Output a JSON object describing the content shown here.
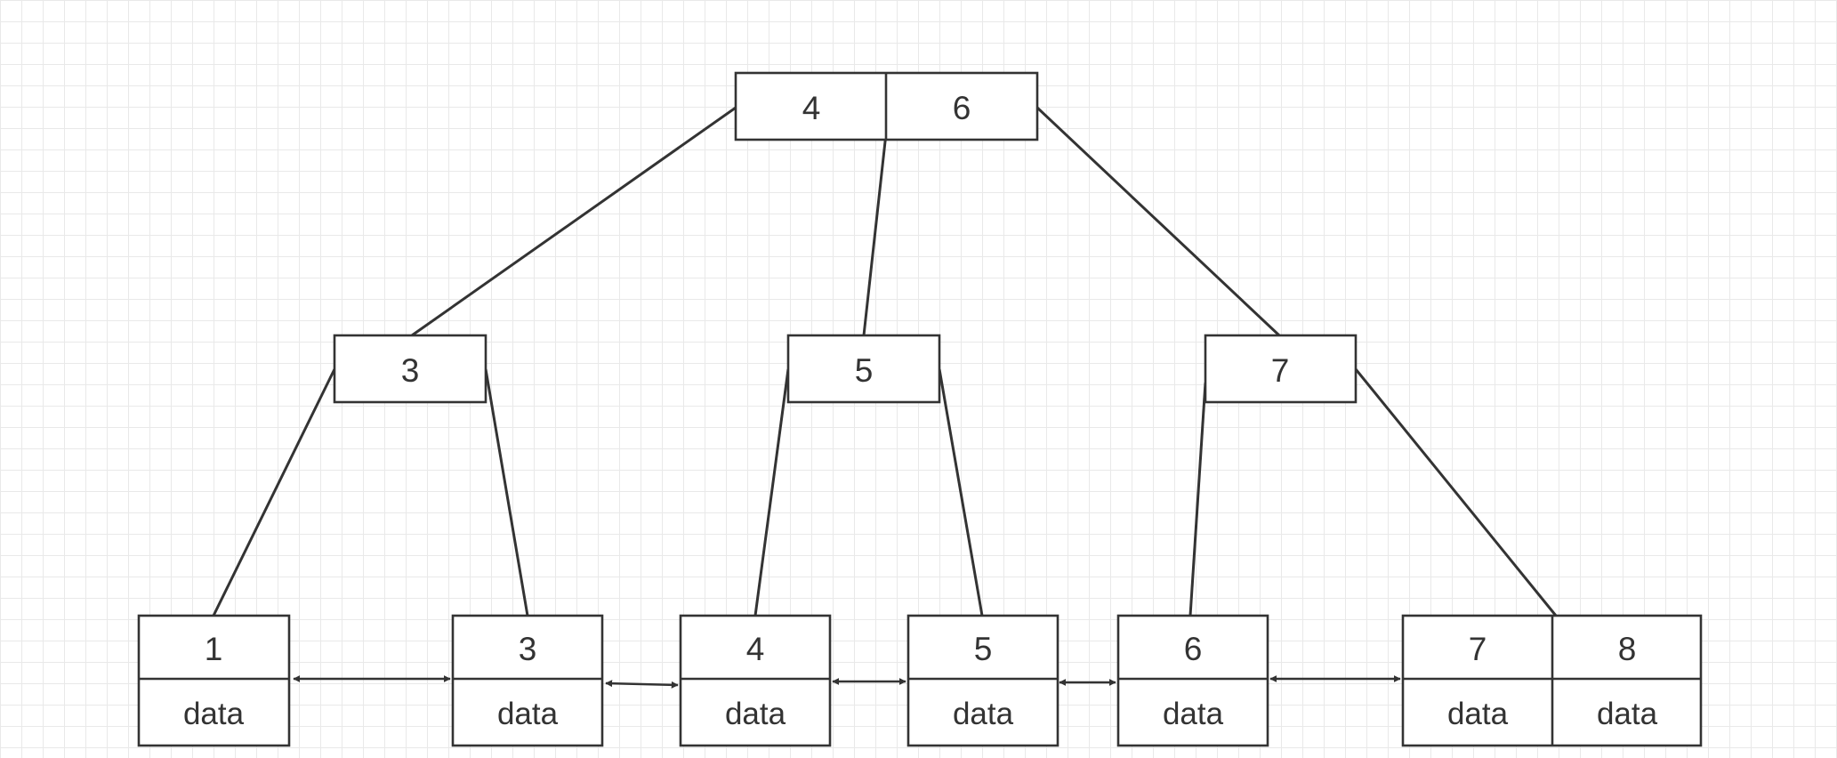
{
  "diagram": {
    "root": {
      "keys": [
        "4",
        "6"
      ]
    },
    "internal": [
      {
        "keys": [
          "3"
        ]
      },
      {
        "keys": [
          "5"
        ]
      },
      {
        "keys": [
          "7"
        ]
      }
    ],
    "leaves": [
      {
        "key": "1",
        "data": "data"
      },
      {
        "key": "3",
        "data": "data"
      },
      {
        "key": "4",
        "data": "data"
      },
      {
        "key": "5",
        "data": "data"
      },
      {
        "key": "6",
        "data": "data"
      },
      {
        "key": "7",
        "data": "data"
      },
      {
        "key": "8",
        "data": "data"
      }
    ]
  },
  "colors": {
    "stroke": "#333333",
    "grid": "#e9e9e9",
    "background": "#ffffff"
  }
}
